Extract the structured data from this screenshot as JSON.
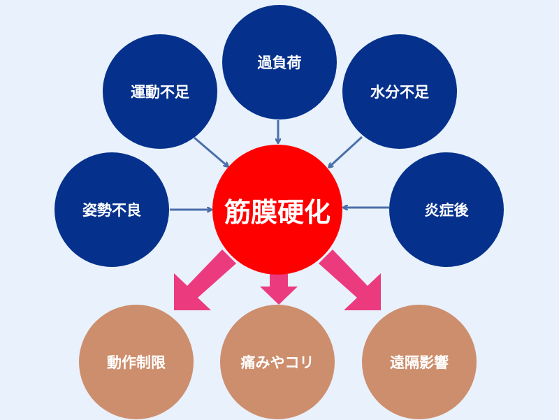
{
  "center": {
    "label": "筋膜硬化"
  },
  "causes": [
    {
      "label": "過負荷"
    },
    {
      "label": "運動不足"
    },
    {
      "label": "水分不足"
    },
    {
      "label": "姿勢不良"
    },
    {
      "label": "炎症後"
    }
  ],
  "effects": [
    {
      "label": "動作制限"
    },
    {
      "label": "痛みやコリ"
    },
    {
      "label": "遠隔影響"
    }
  ],
  "colors": {
    "background": "#e8f1fc",
    "cause": "#05318c",
    "center": "#ff0000",
    "effect": "#cd8e6d",
    "cause_arrow": "#4a6ea8",
    "effect_arrow": "#ec3a7e"
  }
}
